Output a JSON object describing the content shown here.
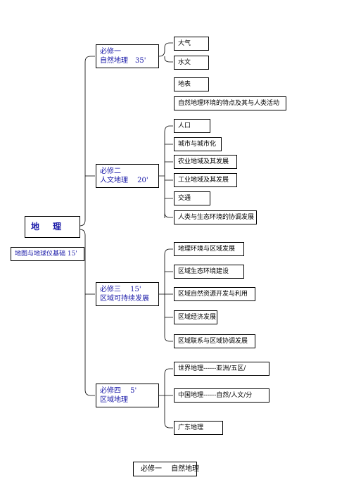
{
  "root": {
    "char1": "地",
    "char2": "理"
  },
  "basis": "地图与地球仪基础 15'",
  "modules": [
    {
      "line1": "必修一",
      "line2": "自然地理　35'",
      "topics": [
        "大气",
        "水文",
        "地表",
        "自然地理环境的特点及其与人类活动"
      ]
    },
    {
      "line1": "必修二",
      "line2": "人文地理　 20'",
      "topics": [
        "人口",
        "城市与城市化",
        "农业地域及其发展",
        "工业地域及其发展",
        "交通",
        "人类与生态环境的协调发展"
      ]
    },
    {
      "line1": "必修三　 15'",
      "line2": "区域可持续发展",
      "topics": [
        "地理环境与区域发展",
        "区域生态环境建设",
        "区域自然资源开发与利用",
        "区域经济发展",
        "区域联系与区域协调发展"
      ]
    },
    {
      "line1": "必修四　 5'",
      "line2": "区域地理",
      "topics": [
        "世界地理------亚洲/五区/",
        "中国地理------自然/人文/分",
        "广东地理"
      ]
    }
  ],
  "footer": "必修一　 自然地理"
}
